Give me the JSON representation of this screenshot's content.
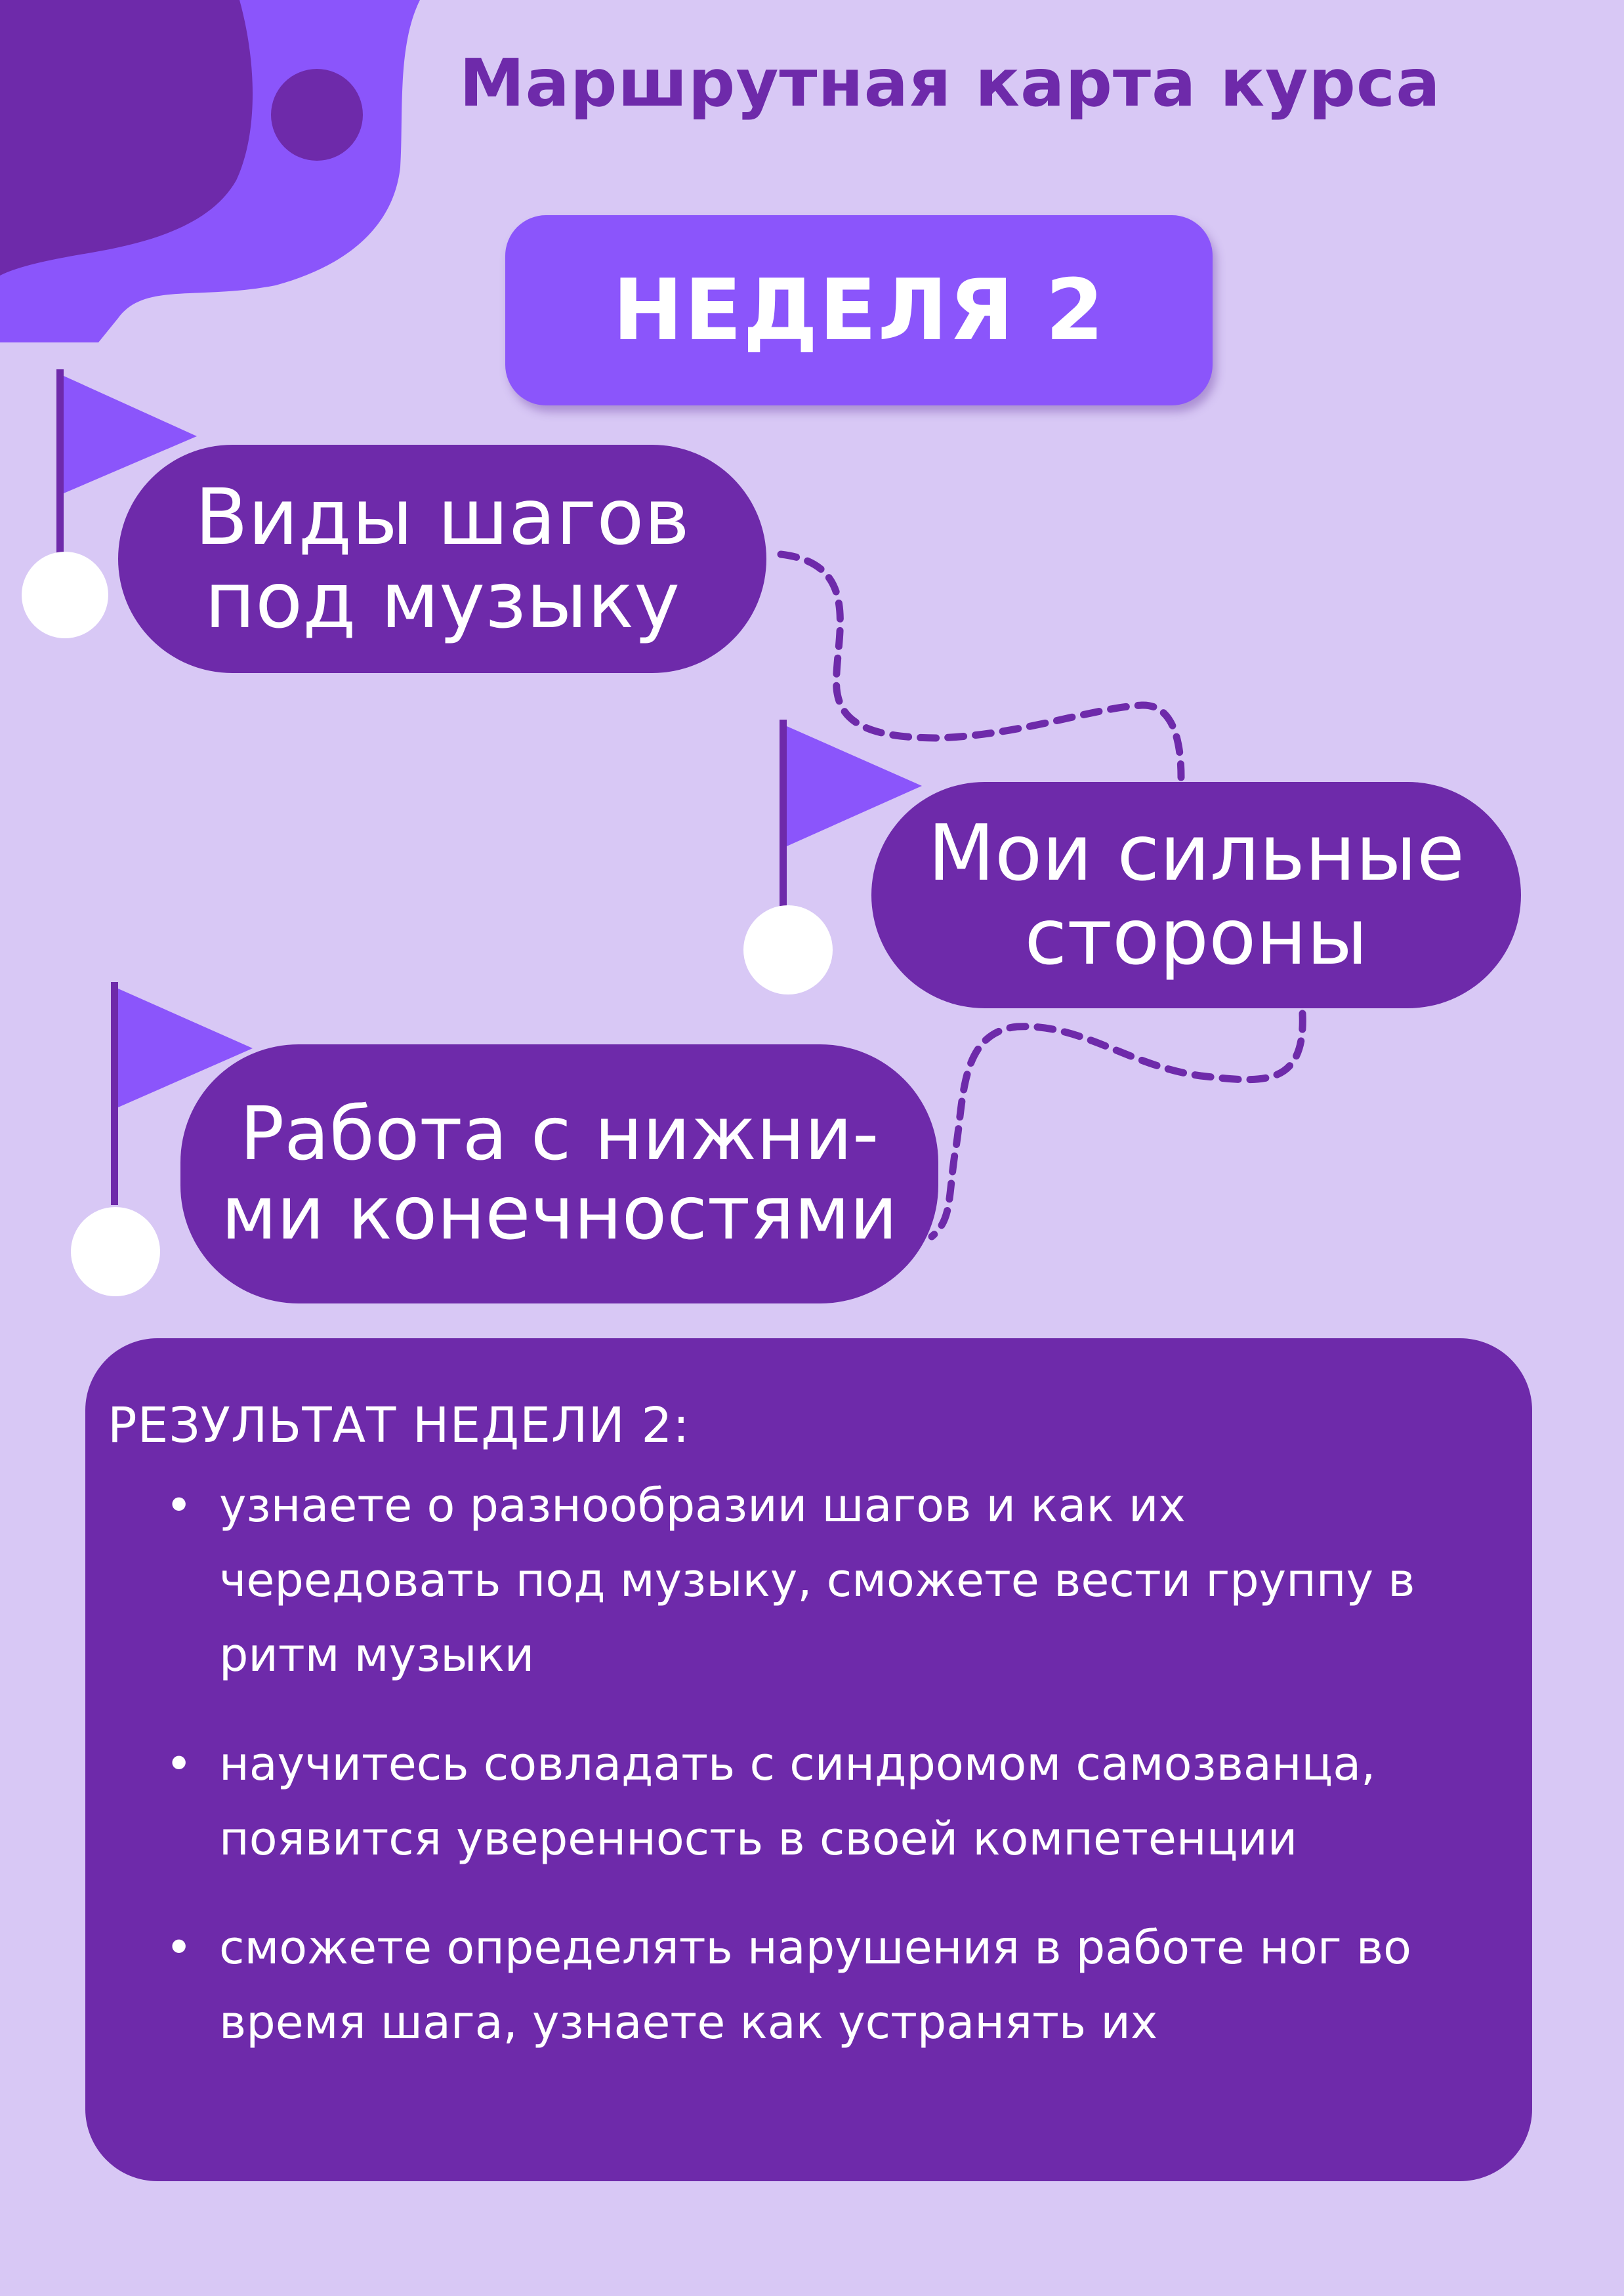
{
  "header": {
    "title": "Маршрутная карта курса",
    "week_label": "НЕДЕЛЯ 2"
  },
  "steps": [
    {
      "label": "Виды шагов\nпод музыку"
    },
    {
      "label": "Мои сильные\nстороны"
    },
    {
      "label": "Работа с нижни-\nми конечностями"
    }
  ],
  "results": {
    "title": "РЕЗУЛЬТАТ НЕДЕЛИ 2:",
    "items": [
      {
        "text": " узнаете о разнообразии шагов и как их чередовать под музыку, сможете вести группу в ритм музыки"
      },
      {
        "text": " научитесь совладать с синдромом самозванца, появится уверенность в своей компетенции"
      },
      {
        "text": " сможете определять нарушения в работе ног во время шага, узнаете как устранять их"
      }
    ]
  },
  "colors": {
    "background": "#d8c8f5",
    "deep_purple": "#6e2aaa",
    "accent_violet": "#8b55fb",
    "white": "#ffffff"
  },
  "icons": [
    "flag-icon",
    "blob-decoration"
  ]
}
